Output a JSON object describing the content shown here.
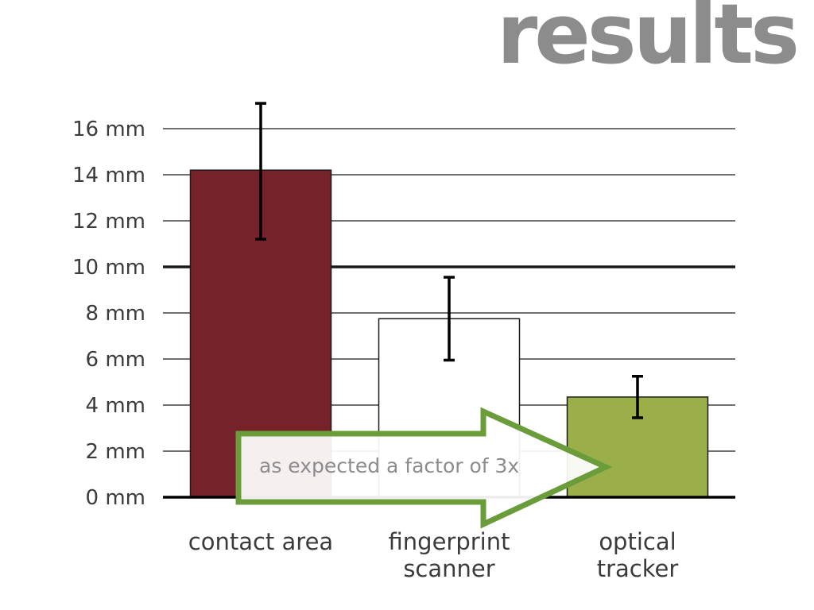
{
  "slide": {
    "title": "results",
    "title_color": "#8c8c8c"
  },
  "chart_data": {
    "type": "bar",
    "categories": [
      "contact area",
      "fingerprint scanner",
      "optical tracker"
    ],
    "category_lines": [
      [
        "contact area"
      ],
      [
        "fingerprint",
        "scanner"
      ],
      [
        "optical",
        "tracker"
      ]
    ],
    "series": [
      {
        "values": [
          14.2,
          7.75,
          4.35
        ],
        "error_low": [
          11.2,
          5.95,
          3.45
        ],
        "error_high": [
          17.1,
          9.55,
          5.25
        ],
        "colors": [
          "#75222a",
          "#ffffff",
          "#9aae4a"
        ]
      }
    ],
    "y_ticks": [
      0,
      2,
      4,
      6,
      8,
      10,
      12,
      14,
      16
    ],
    "y_tick_labels": [
      "0 mm",
      "2 mm",
      "4 mm",
      "6 mm",
      "8 mm",
      "10 mm",
      "12 mm",
      "14 mm",
      "16 mm"
    ],
    "ylim": [
      0,
      16
    ],
    "grid": true,
    "reference_line": 10,
    "annotation": {
      "text": "as expected a factor of 3x",
      "shape": "right-arrow",
      "stroke_color": "#6a9d3a",
      "text_color": "#8c8c8c"
    },
    "label_color": "#3b3b3b",
    "grid_color": "#1a1a1a"
  }
}
